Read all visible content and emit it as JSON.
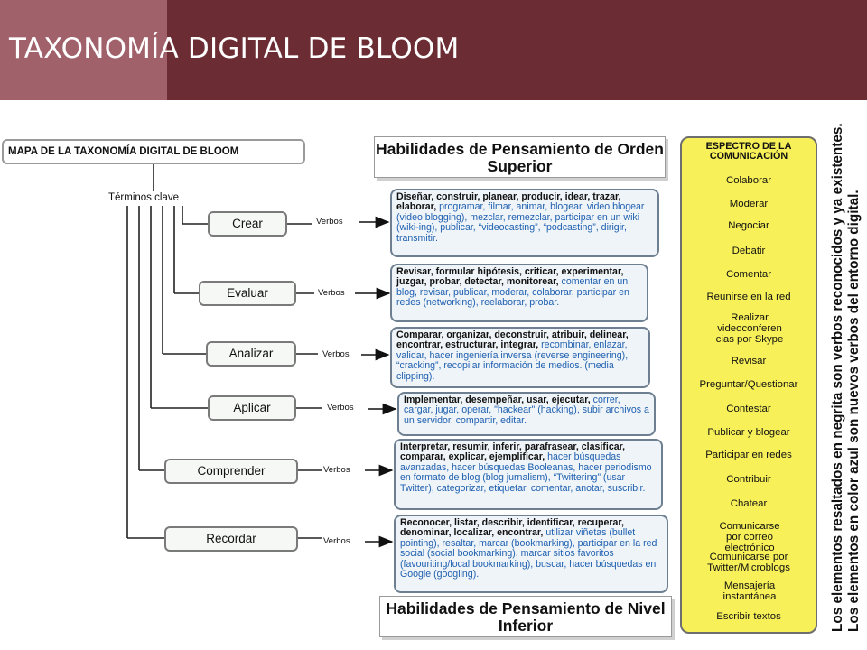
{
  "header": {
    "title": "TAXONOMÍA DIGITAL DE BLOOM",
    "colors": {
      "left": "#a0616a",
      "right": "#6b2c33"
    }
  },
  "map": {
    "title": "MAPA DE LA TAXONOMÍA DIGITAL DE BLOOM",
    "terminos": "Términos clave",
    "verbos_label": "Verbos",
    "levels": [
      "Crear",
      "Evaluar",
      "Analizar",
      "Aplicar",
      "Comprender",
      "Recordar"
    ]
  },
  "verbs": [
    {
      "bold": "Diseñar, construir, planear, producir, idear, trazar, elaborar,",
      "colored": "programar, filmar, animar, blogear, video blogear (video blogging), mezclar, remezclar, participar en un wiki (wiki-ing), publicar, “videocasting”, “podcasting”, dirigir, transmitir."
    },
    {
      "bold": "Revisar, formular hipótesis, criticar, experimentar, juzgar, probar, detectar, monitorear,",
      "colored": "comentar en un blog, revisar, publicar, moderar, colaborar, participar en redes (networking), reelaborar, probar."
    },
    {
      "bold": "Comparar, organizar, deconstruir, atribuir, delinear, encontrar, estructurar, integrar,",
      "colored": "recombinar, enlazar, validar, hacer ingeniería inversa (reverse engineering), “cracking”, recopilar información de medios. (media clipping)."
    },
    {
      "bold": "Implementar, desempeñar, usar, ejecutar,",
      "colored": "correr, cargar, jugar, operar, \"hackear\" (hacking), subir archivos a un servidor, compartir, editar."
    },
    {
      "bold": "Interpretar, resumir, inferir, parafrasear, clasificar, comparar, explicar, ejemplificar,",
      "colored": "hacer búsquedas avanzadas, hacer búsquedas Booleanas, hacer periodismo en formato de blog (blog jurnalism), “Twittering” (usar Twitter), categorizar, etiquetar, comentar, anotar, suscribir."
    },
    {
      "bold": "Reconocer, listar, describir, identificar, recuperar, denominar, localizar, encontrar,",
      "colored": "utilizar viñetas (bullet pointing), resaltar, marcar (bookmarking), participar en la red social (social bookmarking), marcar sitios favoritos (favouriting/local bookmarking), buscar, hacer búsquedas en Google (googling)."
    }
  ],
  "skills": {
    "higher": "Habilidades de Pensamiento de Orden Superior",
    "lower": "Habilidades de Pensamiento de Nivel Inferior"
  },
  "spectrum": {
    "title": "ESPECTRO DE LA COMUNICACIÓN",
    "items": [
      "Colaborar",
      "Moderar",
      "Negociar",
      "Debatir",
      "Comentar",
      "Reunirse en la red",
      "Realizar videoconferen cias por Skype",
      "Revisar",
      "Preguntar/Questionar",
      "Contestar",
      "Publicar y blogear",
      "Participar en redes",
      "Contribuir",
      "Chatear",
      "Comunicarse por correo electrónico",
      "Comunicarse por Twitter/Microblogs",
      "Mensajería instantánea",
      "Escribir textos"
    ],
    "color": "#f7f059"
  },
  "side_notes": [
    "Los elementos resaltados en negrita son verbos reconocidos y ya existentes.",
    "Los elementos en color azul son nuevos verbos del entorno digital."
  ],
  "colors": {
    "new_verbs": "#2060b0"
  }
}
